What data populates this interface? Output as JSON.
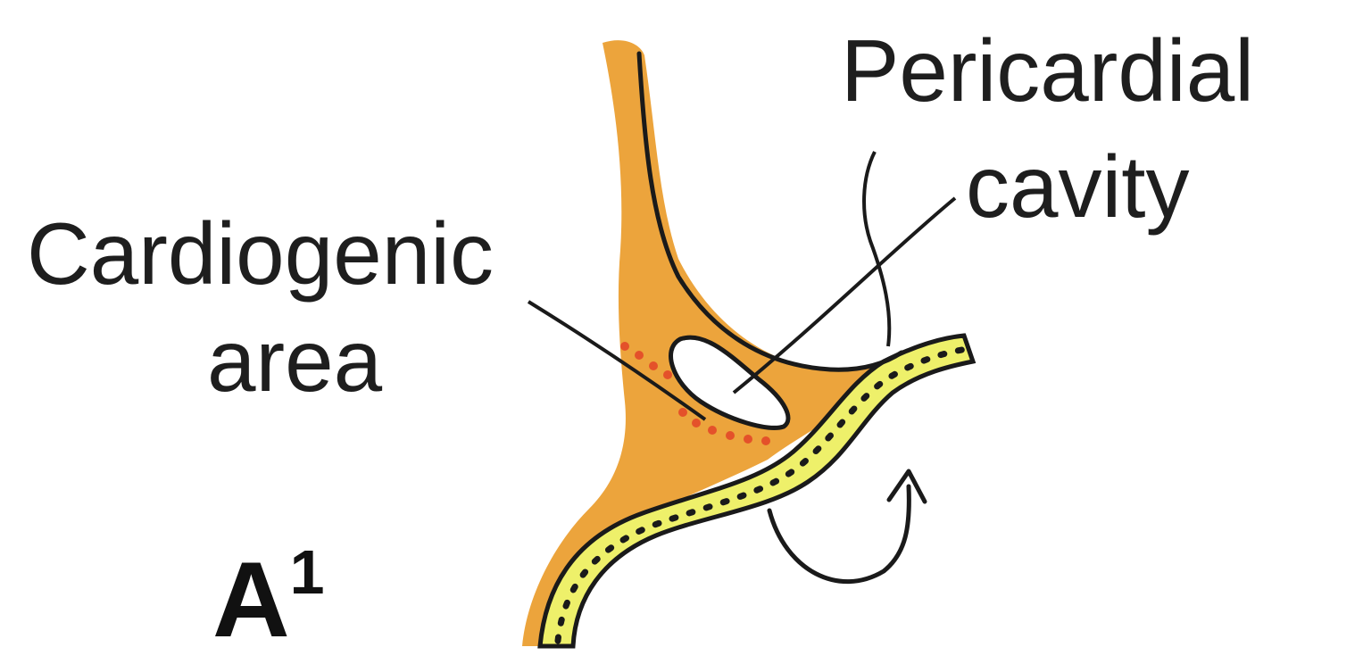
{
  "labels": {
    "pericardial_line1": "Pericardial",
    "pericardial_line2": "cavity",
    "cardiogenic_line1": "Cardiogenic",
    "cardiogenic_line2": "area",
    "panel_letter": "A",
    "panel_superscript": "1"
  },
  "colors": {
    "mesoderm": "#eca43c",
    "endoderm": "#eef06a",
    "cardiogenic_dots": "#e4512a",
    "outline": "#1a1a1a",
    "background": "#ffffff"
  },
  "icons": {
    "folding_arrow": "curved-arrow-icon"
  }
}
